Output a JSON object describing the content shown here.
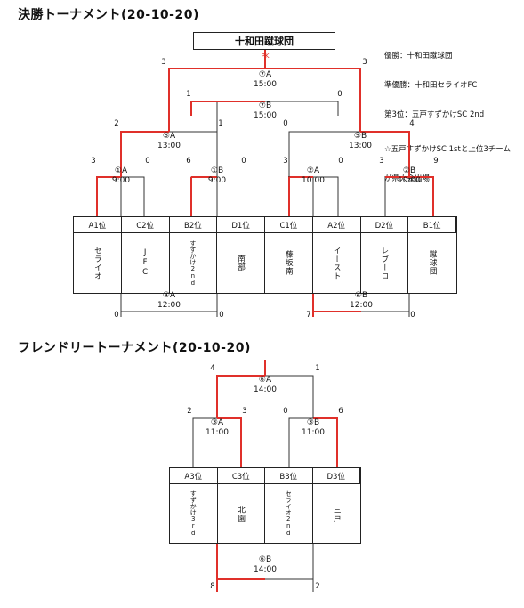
{
  "final": {
    "title": "決勝トーナメント(20-10-20)",
    "winner_box": "十和田蹴球団",
    "notes": {
      "line1": "優勝：十和田蹴球団",
      "line2": "準優勝：十和田セライオFC",
      "line3": "第3位：五戸すずかけSC 2nd",
      "line4": "☆五戸すずかけSC 1stと上位3チーム",
      "line5": "が県大会出場"
    },
    "slots": [
      {
        "seed": "A1位",
        "team": "セライオ"
      },
      {
        "seed": "C2位",
        "team": "JFC"
      },
      {
        "seed": "B2位",
        "team": "すずかけ2nd"
      },
      {
        "seed": "D1位",
        "team": "南部"
      },
      {
        "seed": "C1位",
        "team": "藤坂南"
      },
      {
        "seed": "A2位",
        "team": "イースト"
      },
      {
        "seed": "D2位",
        "team": "レブーロ"
      },
      {
        "seed": "B1位",
        "team": "蹴球団"
      }
    ],
    "matches": {
      "m1a": {
        "id": "①A",
        "time": "9:00",
        "left": "3",
        "right": "0"
      },
      "m1b": {
        "id": "①B",
        "time": "9:00",
        "left": "6",
        "right": "0"
      },
      "m2a": {
        "id": "②A",
        "time": "10:00",
        "left": "3",
        "right": "0"
      },
      "m2b": {
        "id": "②B",
        "time": "10:00",
        "left": "3",
        "right": "9"
      },
      "m5a": {
        "id": "⑤A",
        "time": "13:00",
        "left": "2",
        "right": "1"
      },
      "m5b": {
        "id": "⑤B",
        "time": "13:00",
        "left": "0",
        "right": "4"
      },
      "m7a": {
        "id": "⑦A",
        "time": "15:00",
        "left": "3",
        "right": "3"
      },
      "m7b": {
        "id": "⑦B",
        "time": "15:00",
        "left": "1",
        "right": "0"
      },
      "m4a": {
        "id": "④A",
        "time": "12:00",
        "left": "0",
        "right": "0"
      },
      "m4b": {
        "id": "④B",
        "time": "12:00",
        "left": "7",
        "right": "0"
      },
      "pk": "PK"
    }
  },
  "friendly": {
    "title": "フレンドリートーナメント(20-10-20)",
    "slots": [
      {
        "seed": "A3位",
        "team": "すずかけ3rd"
      },
      {
        "seed": "C3位",
        "team": "北園"
      },
      {
        "seed": "B3位",
        "team": "セライオ2nd"
      },
      {
        "seed": "D3位",
        "team": "三戸"
      }
    ],
    "matches": {
      "m3a": {
        "id": "③A",
        "time": "11:00",
        "left": "2",
        "right": "3"
      },
      "m3b": {
        "id": "③B",
        "time": "11:00",
        "left": "0",
        "right": "6"
      },
      "m6a": {
        "id": "⑥A",
        "time": "14:00",
        "left": "4",
        "right": "1"
      },
      "m6b": {
        "id": "⑥B",
        "time": "14:00",
        "left": "8",
        "right": "2"
      }
    }
  },
  "colors": {
    "line": "#333333",
    "win": "#e0302a"
  }
}
